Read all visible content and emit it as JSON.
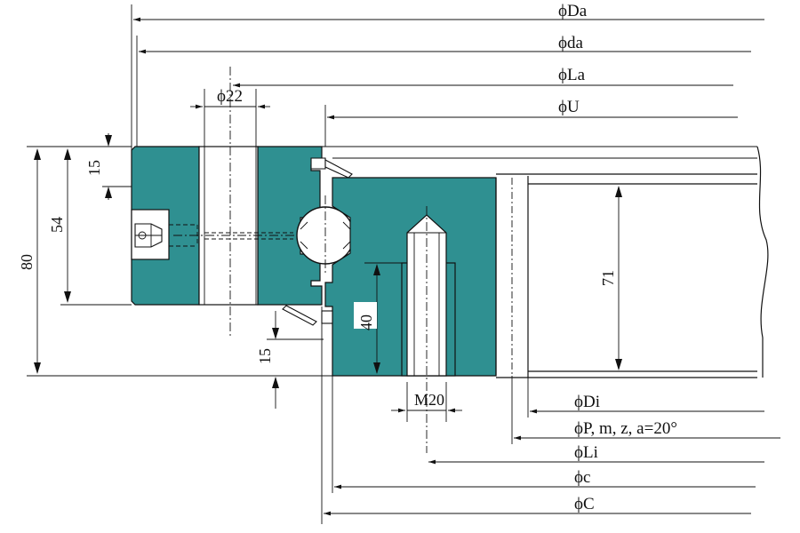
{
  "drawing": {
    "fill_color": "#2f9091",
    "line_color": "#111111",
    "background": "#ffffff"
  },
  "dimensions": {
    "Da": "ϕDa",
    "da": "ϕda",
    "La": "ϕLa",
    "U": "ϕU",
    "bolt_hole": "ϕ22",
    "Di": "ϕDi",
    "P": "ϕP, m, z,  a=20°",
    "Li": "ϕLi",
    "c": "ϕc",
    "C": "ϕC",
    "h15_top": "15",
    "h54": "54",
    "h80": "80",
    "h15_bottom": "15",
    "h40": "40",
    "h71": "71",
    "thread": "M20"
  }
}
